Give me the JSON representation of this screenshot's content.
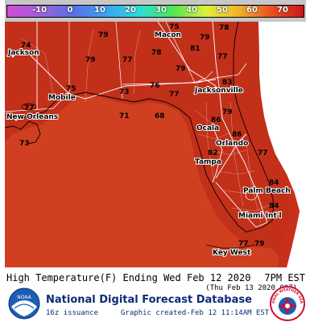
{
  "legend": {
    "ticks": [
      "-10",
      "0",
      "10",
      "20",
      "30",
      "40",
      "50",
      "60",
      "70"
    ],
    "colors": [
      "#d24bd2",
      "#a060dc",
      "#5a6ee6",
      "#3ca0f0",
      "#28dcdc",
      "#50e650",
      "#dcf03c",
      "#f0b428",
      "#e85020",
      "#c81818"
    ]
  },
  "map": {
    "land_color": "#c8301c",
    "gulf_color": "#d04020",
    "ocean_color": "#ffffff",
    "outer_color": "#c2301a",
    "cities": [
      {
        "name": "Jackson",
        "temp": "74"
      },
      {
        "name": "Macon",
        "temp": "75"
      },
      {
        "name": "Mobile",
        "temp": "75"
      },
      {
        "name": "Jacksonville",
        "temp": "83"
      },
      {
        "name": "New Orleans",
        "temp": "77"
      },
      {
        "name": "Ocala",
        "temp": "86"
      },
      {
        "name": "Orlando",
        "temp": "86"
      },
      {
        "name": "Tampa",
        "temp": "82"
      },
      {
        "name": "Palm Beach",
        "temp": "84"
      },
      {
        "name": "Miami Int'l",
        "temp": "84"
      },
      {
        "name": "Key West",
        "temp": "77"
      }
    ],
    "extra_temps": [
      "79",
      "78",
      "79",
      "81",
      "79",
      "77",
      "79",
      "77",
      "78",
      "73",
      "76",
      "71",
      "68",
      "73",
      "77",
      "79",
      "77",
      "79"
    ]
  },
  "caption": {
    "title": "High Temperature(F) Ending Wed Feb 12 2020",
    "time": "7PM EST",
    "subtitle": "(Thu Feb 13 2020 00Z)"
  },
  "footer": {
    "db_title": "National Digital Forecast Database",
    "issuance": "16z issuance",
    "created": "Graphic created-Feb 12 11:14AM EST"
  },
  "logos": {
    "noaa": "NOAA",
    "nws": "NATIONAL WEATHER SERVICE"
  }
}
